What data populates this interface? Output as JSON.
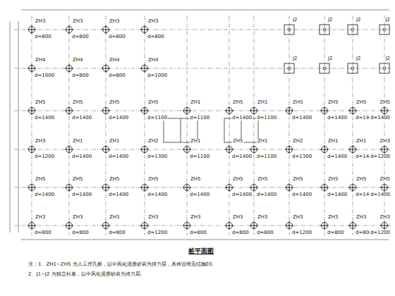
{
  "diagram": {
    "title": "桩平面图",
    "labels": [
      "ZH3",
      "d=800",
      "ZH3",
      "d=800",
      "ZH3",
      "d=800",
      "ZH3",
      "d=800",
      "ZH4",
      "d=1000",
      "ZH4",
      "d=800",
      "ZH4",
      "d=800",
      "ZH4",
      "d=1000",
      "ZH5",
      "d=1400",
      "ZH5",
      "d=1400",
      "ZH5",
      "d=1400",
      "ZH5",
      "d=1100",
      "ZH1",
      "d=1100",
      "ZH5",
      "d=1400",
      "ZH1",
      "d=1100",
      "ZH5",
      "d=1400",
      "ZH5",
      "d=1400",
      "ZH5",
      "d=1400",
      "ZH5",
      "d=1400",
      "ZH3",
      "d=1200",
      "ZH1",
      "d=1400",
      "ZH1",
      "d=1400",
      "ZH2",
      "d=1300",
      "ZH1",
      "d=1100",
      "ZH5",
      "d=1400",
      "ZH1",
      "d=1100",
      "ZH2",
      "d=1300",
      "ZH1",
      "d=1400",
      "ZH1",
      "d=1400",
      "ZH3",
      "d=1200",
      "ZH5",
      "d=1400",
      "ZH5",
      "d=1400",
      "ZH5",
      "d=1400",
      "ZH5",
      "d=1400",
      "ZH5",
      "d=1400",
      "ZH5",
      "d=1400",
      "ZH5",
      "d=1400",
      "ZH5",
      "d=1400",
      "ZH5",
      "d=1400",
      "ZH5",
      "d=1400",
      "ZH5",
      "d=1400",
      "ZH3",
      "d=800",
      "ZH3",
      "d=800",
      "ZH3",
      "d=800",
      "ZH3",
      "d=1200",
      "ZH3",
      "d=800",
      "ZH3",
      "d=800",
      "ZH3",
      "d=800",
      "ZH3",
      "d=1200",
      "ZH3",
      "d=800",
      "ZH3",
      "d=800",
      "ZH3",
      "d=1200",
      "J2",
      "J2",
      "J2",
      "J2",
      "J2",
      "J2",
      "J2",
      "J2",
      "注：1、ZH1~ZH5 为人工挖孔桩，以中风化泥质砂岩为持力层，具体说明见结施03。",
      "2、J1~J2 为独立柱基，以中风化泥质砂岩为持力层。"
    ]
  }
}
